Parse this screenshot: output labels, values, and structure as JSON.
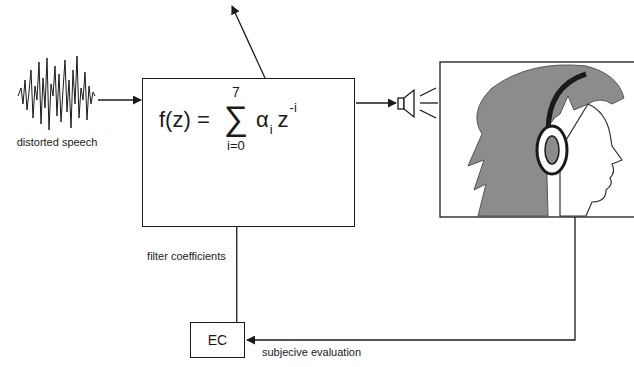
{
  "diagram": {
    "nodes": [
      {
        "text": [
          "f(z) =",
          "7",
          "∑",
          "i=0",
          "α",
          "i",
          "z",
          "-i"
        ]
      },
      {
        "text": [
          "EC"
        ]
      }
    ],
    "edges": [
      {
        "from": 1,
        "to": 0,
        "arrow": "none",
        "label": "filter coefficients"
      }
    ],
    "labels": [
      "distorted speech",
      "subjecive evaluation"
    ]
  }
}
